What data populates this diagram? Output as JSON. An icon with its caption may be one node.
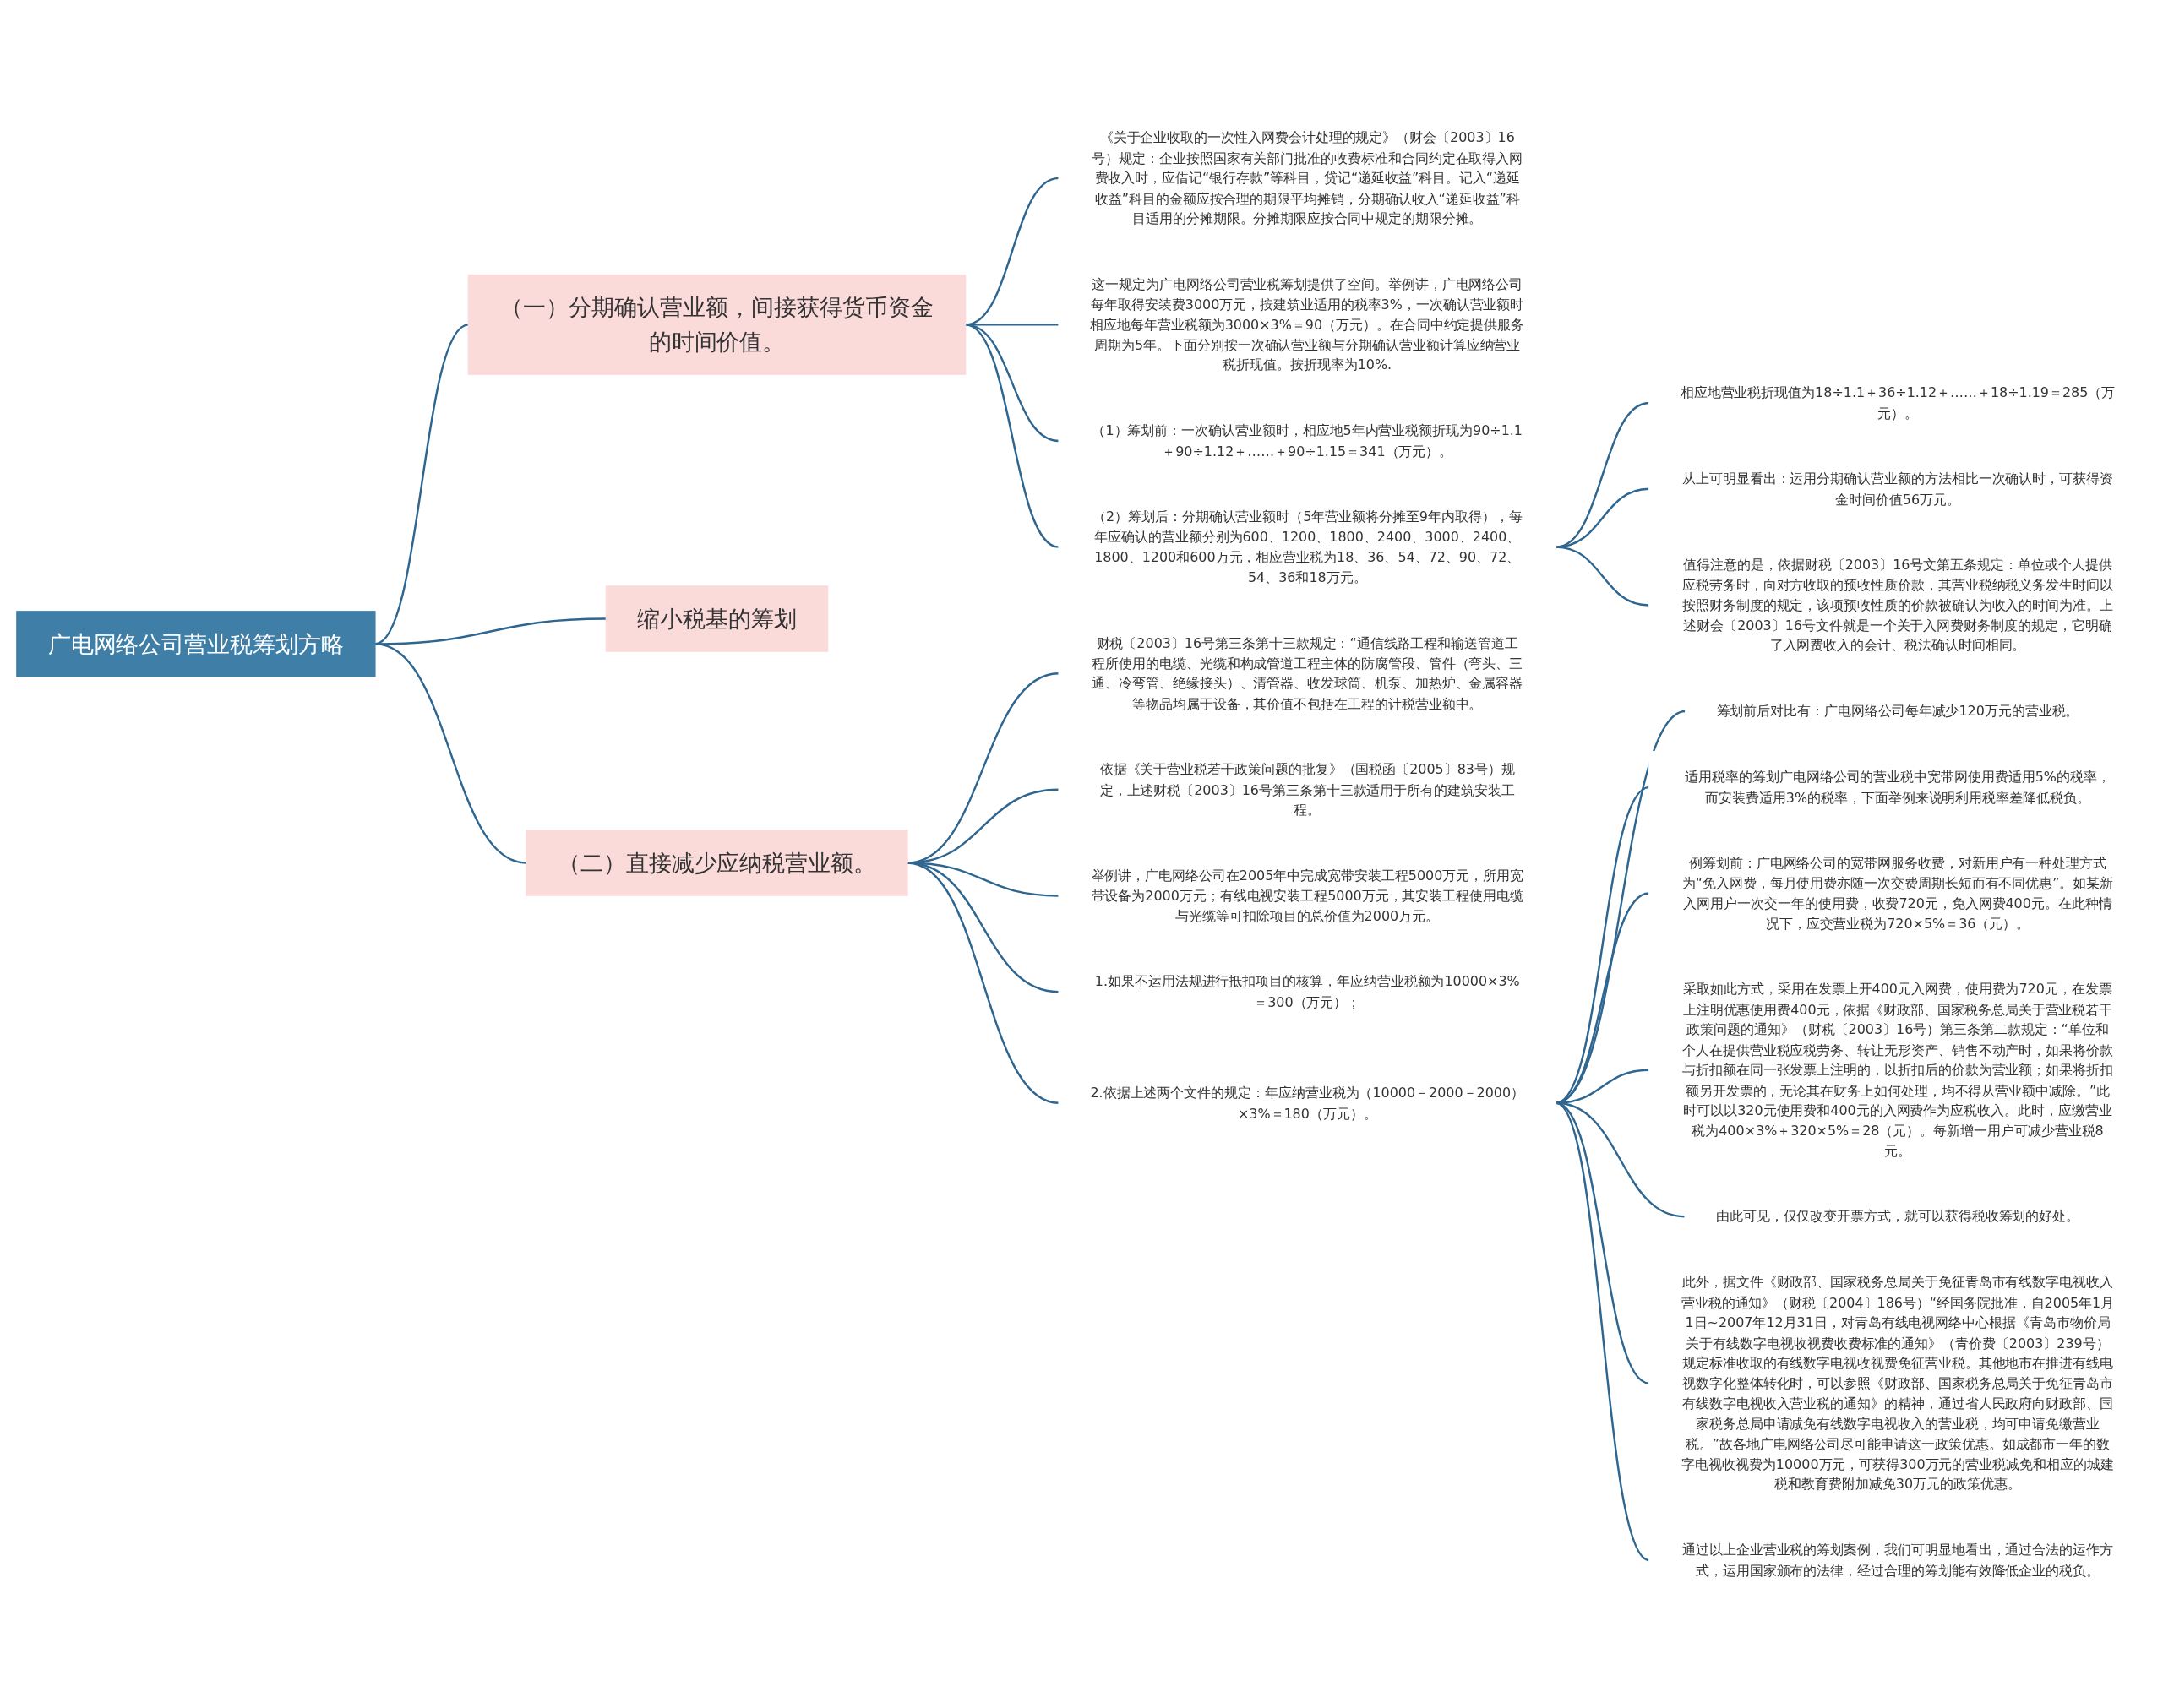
{
  "diagram": {
    "nodes": [
      {
        "text": [
          "广电网络公司营业税筹划方略"
        ]
      },
      {
        "text": [
          "（一）分期确认营业额，间接获得货币资金的时间价值。"
        ]
      },
      {
        "text": [
          "《关于企业收取的一次性入网费会计处理的规定》（财会〔2003〕16号）规定：企业按照国家有关部门批准的收费标准和合同约定在取得入网费收入时，应借记“银行存款”等科目，贷记“递延收益”科目。记入“递延收益”科目的金额应按合理的期限平均摊销，分期确认收入“递延收益”科目适用的分摊期限。分摊期限应按合同中规定的期限分摊。"
        ]
      },
      {
        "text": [
          "这一规定为广电网络公司营业税筹划提供了空间。举例讲，广电网络公司每年取得安装费3000万元，按建筑业适用的税率3%，一次确认营业额时相应地每年营业税额为3000×3%＝90（万元）。在合同中约定提供服务周期为5年。下面分别按一次确认营业额与分期确认营业额计算应纳营业税折现值。按折现率为10%."
        ]
      },
      {
        "text": [
          "（1）筹划前：一次确认营业额时，相应地5年内营业税额折现为90÷1.1＋90÷1.12＋……＋90÷1.15＝341（万元）。"
        ]
      },
      {
        "text": [
          "（2）筹划后：分期确认营业额时（5年营业额将分摊至9年内取得），每年应确认的营业额分别为600、1200、1800、2400、3000、2400、1800、1200和600万元，相应营业税为18、36、54、72、90、72、54、36和18万元。"
        ]
      },
      {
        "text": [
          "相应地营业税折现值为18÷1.1＋36÷1.12＋……＋18÷1.19＝285（万元）。"
        ]
      },
      {
        "text": [
          "从上可明显看出：运用分期确认营业额的方法相比一次确认时，可获得资金时间价值56万元。"
        ]
      },
      {
        "text": [
          "值得注意的是，依据财税〔2003〕16号文第五条规定：单位或个人提供应税劳务时，向对方收取的预收性质价款，其营业税纳税义务发生时间以按照财务制度的规定，该项预收性质的价款被确认为收入的时间为准。上述财会〔2003〕16号文件就是一个关于入网费财务制度的规定，它明确了入网费收入的会计、税法确认时间相同。"
        ]
      },
      {
        "text": [
          "缩小税基的筹划"
        ]
      },
      {
        "text": [
          "（二）直接减少应纳税营业额。"
        ]
      },
      {
        "text": [
          "财税〔2003〕16号第三条第十三款规定：“通信线路工程和输送管道工程所使用的电缆、光缆和构成管道工程主体的防腐管段、管件（弯头、三通、冷弯管、绝缘接头）、清管器、收发球筒、机泵、加热炉、金属容器等物品均属于设备，其价值不包括在工程的计税营业额中。"
        ]
      },
      {
        "text": [
          "依据《关于营业税若干政策问题的批复》（国税函〔2005〕83号）规定，上述财税〔2003〕16号第三条第十三款适用于所有的建筑安装工程。"
        ]
      },
      {
        "text": [
          "举例讲，广电网络公司在2005年中完成宽带安装工程5000万元，所用宽带设备为2000万元；有线电视安装工程5000万元，其安装工程使用电缆与光缆等可扣除项目的总价值为2000万元。"
        ]
      },
      {
        "text": [
          "1.如果不运用法规进行抵扣项目的核算，年应纳营业税额为10000×3%＝300（万元）；"
        ]
      },
      {
        "text": [
          "2.依据上述两个文件的规定：年应纳营业税为（10000－2000－2000）×3%＝180（万元）。"
        ]
      },
      {
        "text": [
          "筹划前后对比有：广电网络公司每年减少120万元的营业税。"
        ]
      },
      {
        "text": [
          "适用税率的筹划广电网络公司的营业税中宽带网使用费适用5%的税率，而安装费适用3%的税率，下面举例来说明利用税率差降低税负。"
        ]
      },
      {
        "text": [
          "例筹划前：广电网络公司的宽带网服务收费，对新用户有一种处理方式为“免入网费，每月使用费亦随一次交费周期长短而有不同优惠”。如某新入网用户一次交一年的使用费，收费720元，免入网费400元。在此种情况下，应交营业税为720×5%＝36（元）。"
        ]
      },
      {
        "text": [
          "采取如此方式，采用在发票上开400元入网费，使用费为720元，在发票上注明优惠使用费400元，依据《财政部、国家税务总局关于营业税若干政策问题的通知》（财税〔2003〕16号）第三条第二款规定：“单位和个人在提供营业税应税劳务、转让无形资产、销售不动产时，如果将价款与折扣额在同一张发票上注明的，以折扣后的价款为营业额；如果将折扣额另开发票的，无论其在财务上如何处理，均不得从营业额中减除。”此时可以以320元使用费和400元的入网费作为应税收入。此时，应缴营业税为400×3%＋320×5%＝28（元）。每新增一用户可减少营业税8元。"
        ]
      },
      {
        "text": [
          "由此可见，仅仅改变开票方式，就可以获得税收筹划的好处。"
        ]
      },
      {
        "text": [
          "此外，据文件《财政部、国家税务总局关于免征青岛市有线数字电视收入营业税的通知》（财税〔2004〕186号）“经国务院批准，自2005年1月1日~2007年12月31日，对青岛有线电视网络中心根据《青岛市物价局关于有线数字电视收视费收费标准的通知》（青价费〔2003〕239号）规定标准收取的有线数字电视收视费免征营业税。其他地市在推进有线电视数字化整体转化时，可以参照《财政部、国家税务总局关于免征青岛市有线数字电视收入营业税的通知》的精神，通过省人民政府向财政部、国家税务总局申请减免有线数字电视收入的营业税，均可申请免缴营业税。”故各地广电网络公司尽可能申请这一政策优惠。如成都市一年的数字电视收视费为10000万元，可获得300万元的营业税减免和相应的城建税和教育费附加减免30万元的政策优惠。"
        ]
      },
      {
        "text": [
          "通过以上企业营业税的筹划案例，我们可明显地看出，通过合法的运作方式，运用国家颁布的法律，经过合理的筹划能有效降低企业的税负。"
        ]
      }
    ],
    "edges": [
      {
        "from": 0,
        "to": 1,
        "arrow": "none"
      },
      {
        "from": 1,
        "to": 2,
        "arrow": "none"
      },
      {
        "from": 1,
        "to": 3,
        "arrow": "none"
      },
      {
        "from": 1,
        "to": 4,
        "arrow": "none"
      },
      {
        "from": 1,
        "to": 5,
        "arrow": "none"
      },
      {
        "from": 5,
        "to": 6,
        "arrow": "none"
      },
      {
        "from": 5,
        "to": 7,
        "arrow": "none"
      },
      {
        "from": 5,
        "to": 8,
        "arrow": "none"
      },
      {
        "from": 0,
        "to": 9,
        "arrow": "none"
      },
      {
        "from": 0,
        "to": 10,
        "arrow": "none"
      },
      {
        "from": 10,
        "to": 11,
        "arrow": "none"
      },
      {
        "from": 10,
        "to": 12,
        "arrow": "none"
      },
      {
        "from": 10,
        "to": 13,
        "arrow": "none"
      },
      {
        "from": 10,
        "to": 14,
        "arrow": "none"
      },
      {
        "from": 10,
        "to": 15,
        "arrow": "none"
      },
      {
        "from": 15,
        "to": 16,
        "arrow": "none"
      },
      {
        "from": 15,
        "to": 17,
        "arrow": "none"
      },
      {
        "from": 15,
        "to": 18,
        "arrow": "none"
      },
      {
        "from": 15,
        "to": 19,
        "arrow": "none"
      },
      {
        "from": 15,
        "to": 20,
        "arrow": "none"
      },
      {
        "from": 15,
        "to": 21,
        "arrow": "none"
      },
      {
        "from": 15,
        "to": 22,
        "arrow": "none"
      }
    ]
  }
}
